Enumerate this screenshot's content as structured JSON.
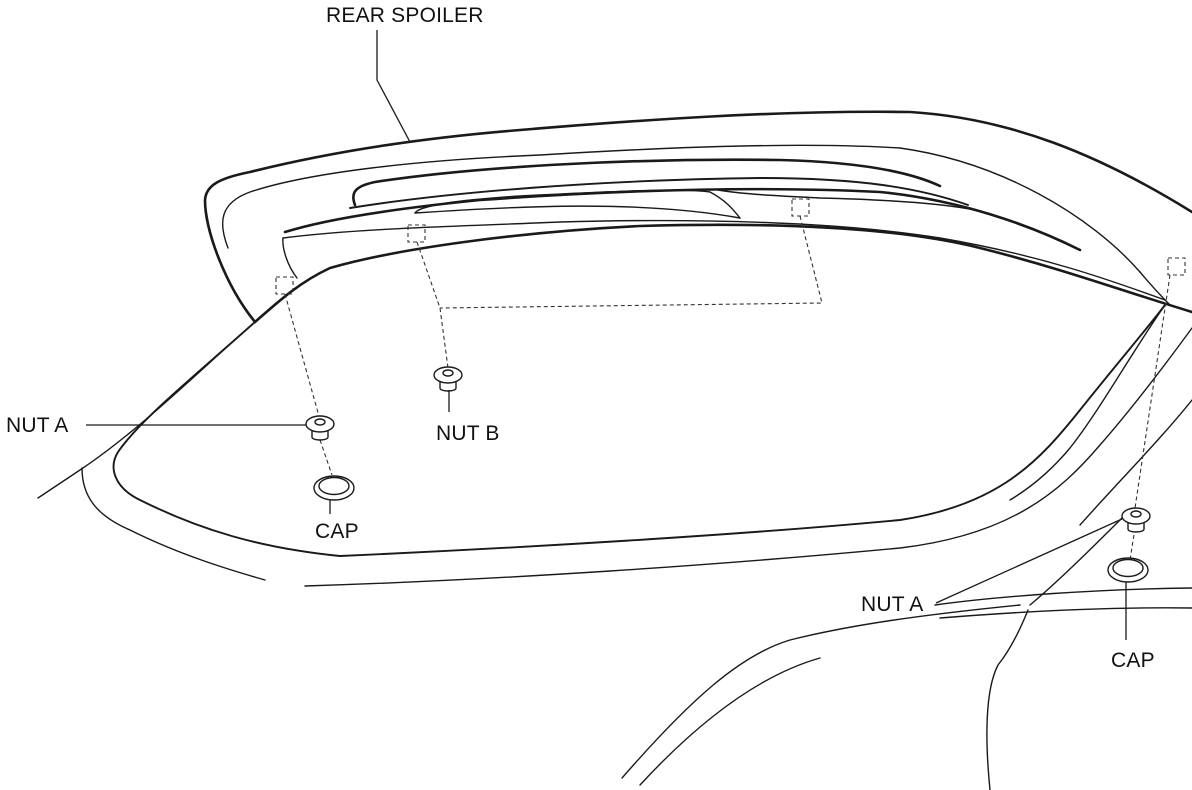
{
  "labels": {
    "rear_spoiler": "REAR SPOILER",
    "nut_a_left": "NUT A",
    "nut_b": "NUT B",
    "cap_left": "CAP",
    "nut_a_right": "NUT A",
    "cap_right": "CAP"
  }
}
